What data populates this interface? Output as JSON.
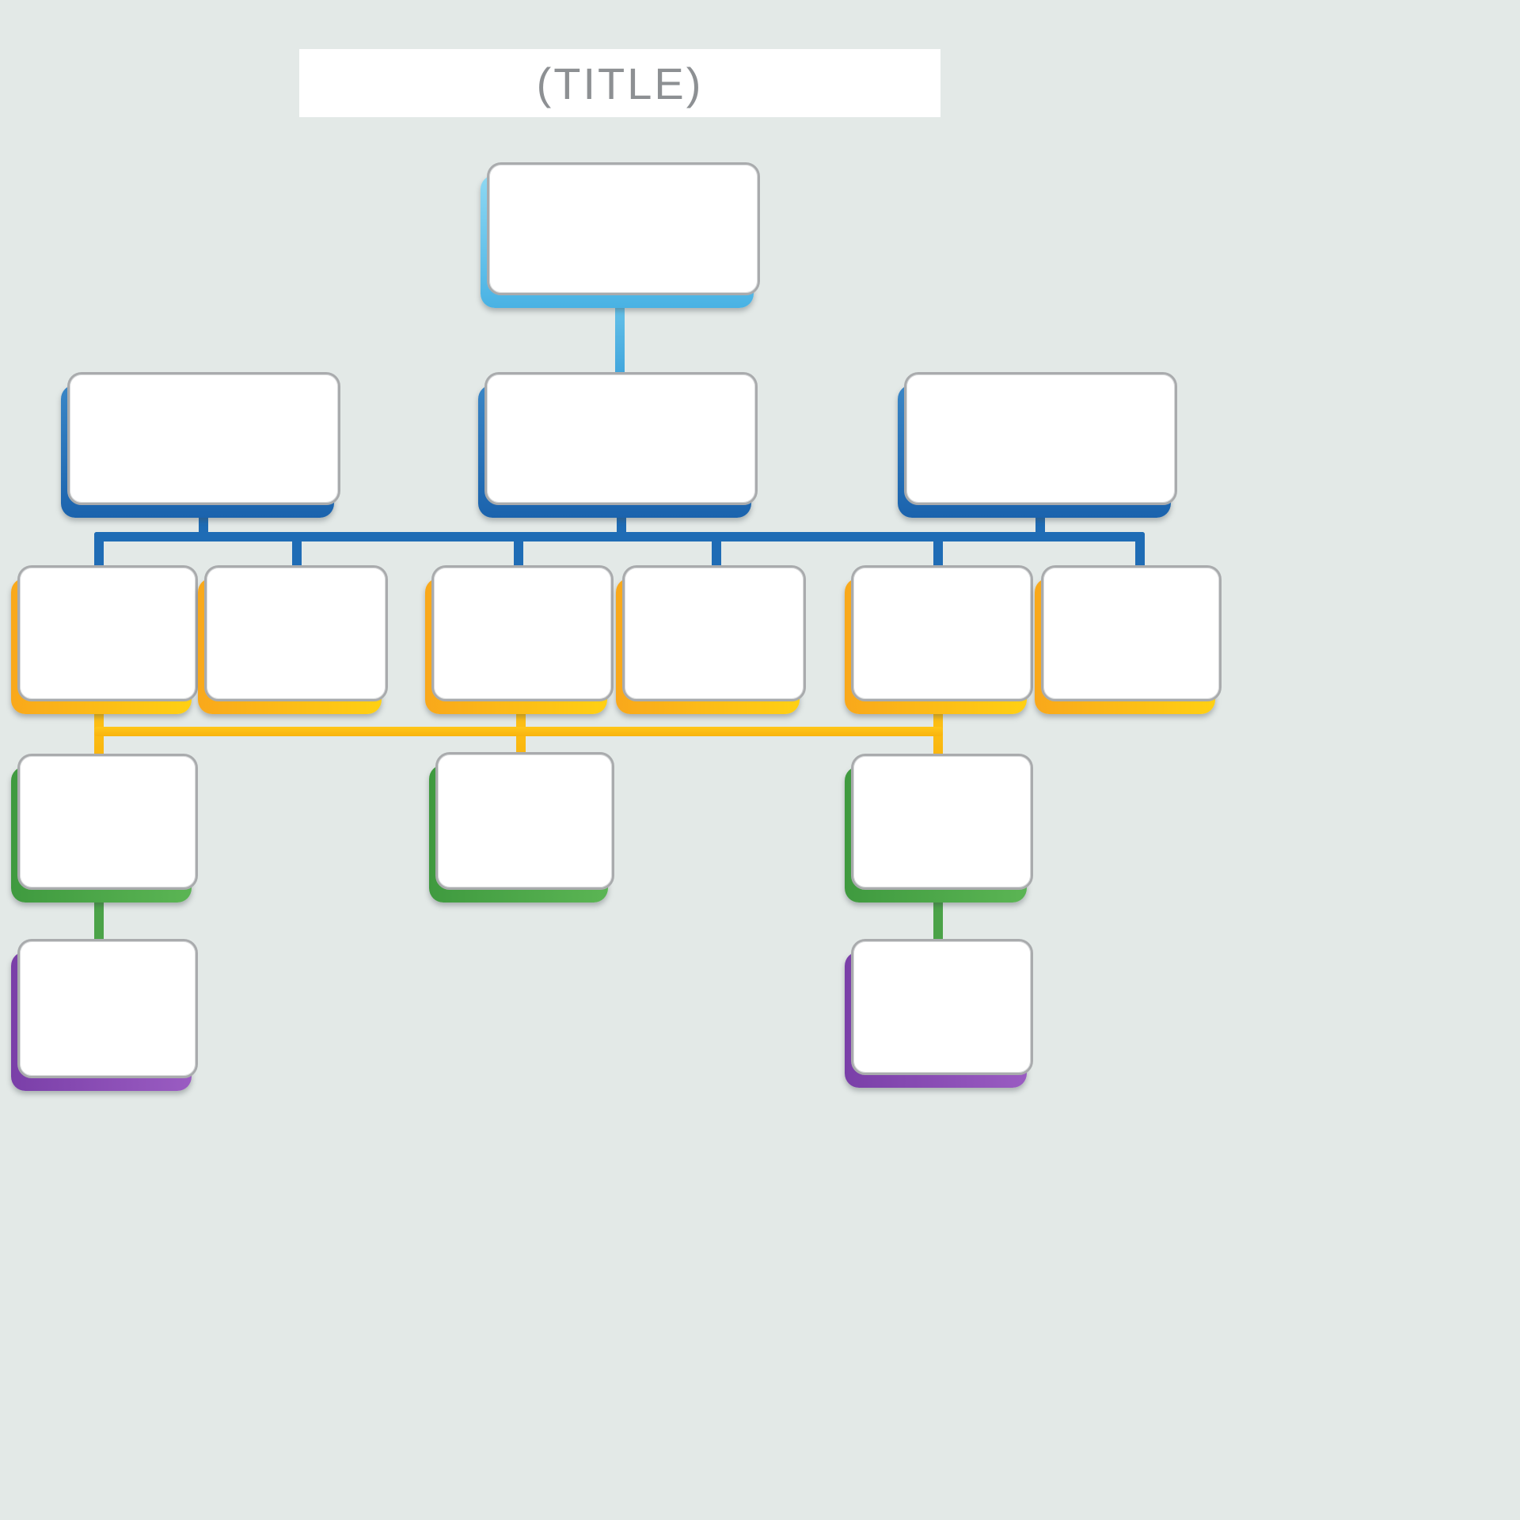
{
  "title": "(TITLE)",
  "diagram": {
    "type": "blank-org-chart-template",
    "background_color": "#e3e9e7",
    "box_style": {
      "fill": "#ffffff",
      "border_color": "#a9abad"
    },
    "connector_colors": {
      "level1_to_level2": "#49b2e4",
      "level2_to_level3": "#1f6cb5",
      "level3_to_level4": "#fbb90f",
      "level4_to_level5": "#4ba348"
    },
    "levels": [
      {
        "level": 1,
        "accent_color": "#49b2e4",
        "nodes": [
          {
            "label": ""
          }
        ]
      },
      {
        "level": 2,
        "accent_color": "#1f6cb5",
        "nodes": [
          {
            "label": ""
          },
          {
            "label": ""
          },
          {
            "label": ""
          }
        ]
      },
      {
        "level": 3,
        "accent_color": "#fbb90f",
        "nodes": [
          {
            "label": ""
          },
          {
            "label": ""
          },
          {
            "label": ""
          },
          {
            "label": ""
          },
          {
            "label": ""
          },
          {
            "label": ""
          }
        ]
      },
      {
        "level": 4,
        "accent_color": "#4ba348",
        "nodes": [
          {
            "label": ""
          },
          {
            "label": ""
          },
          {
            "label": ""
          }
        ]
      },
      {
        "level": 5,
        "accent_color": "#8a4db5",
        "nodes": [
          {
            "label": ""
          },
          {
            "label": ""
          }
        ]
      }
    ]
  }
}
